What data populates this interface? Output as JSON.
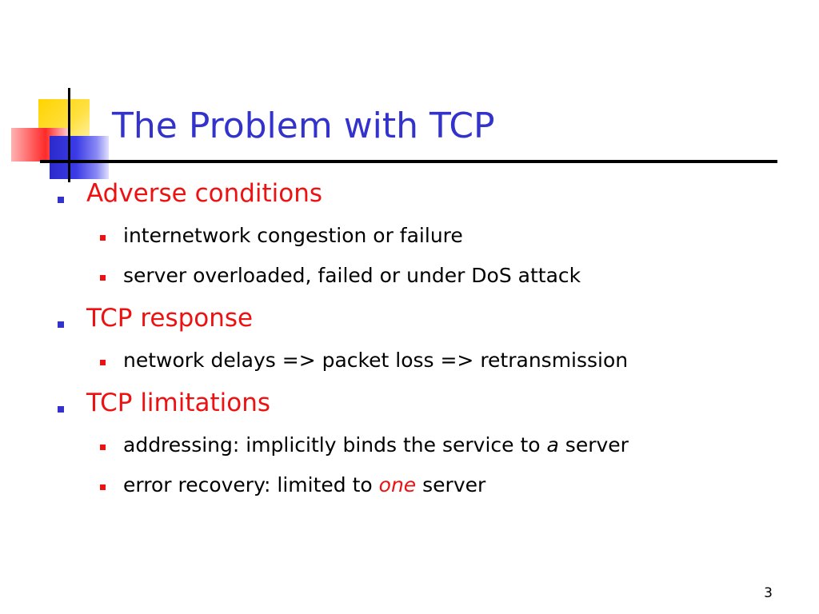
{
  "slide": {
    "title": "The Problem with TCP",
    "page_number": "3",
    "colors": {
      "title": "#3333cc",
      "level1_text": "#ee1111",
      "level1_bullet": "#3333cc",
      "level2_bullet": "#ee1111"
    },
    "bullets": [
      {
        "text": "Adverse conditions",
        "children": [
          {
            "text": "internetwork congestion or failure"
          },
          {
            "text": "server overloaded, failed or under DoS attack"
          }
        ]
      },
      {
        "text": "TCP response",
        "children": [
          {
            "text": "network delays => packet loss => retransmission"
          }
        ]
      },
      {
        "text": "TCP limitations",
        "children": [
          {
            "pre": "addressing: implicitly binds the service to ",
            "em": "a",
            "post": " server"
          },
          {
            "pre": "error recovery: limited to ",
            "em": "one",
            "post": " server"
          }
        ]
      }
    ]
  }
}
